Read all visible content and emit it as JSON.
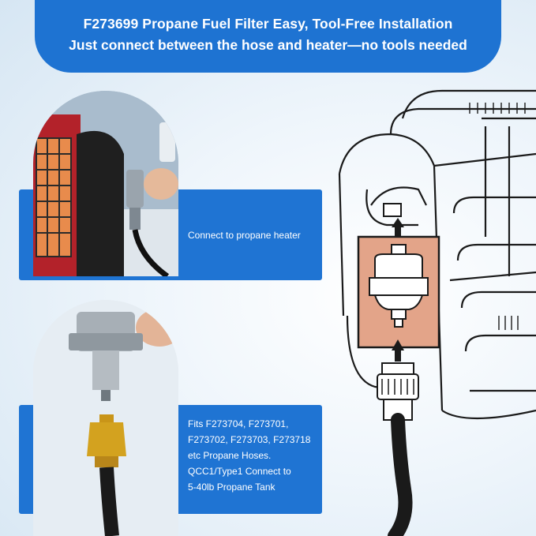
{
  "header": {
    "line1": "F273699 Propane Fuel Filter Easy, Tool-Free Installation",
    "line2": "Just connect between the hose and heater—no tools needed"
  },
  "panel_top": {
    "text": "Connect to propane heater"
  },
  "panel_bottom": {
    "text": "Fits F273704, F273701,\nF273702, F273703, F273718\netc Propane Hoses.\nQCC1/Type1 Connect to\n5-40lb Propane Tank"
  },
  "colors": {
    "brand_blue": "#1e73d2",
    "highlight_box": "#e3a489",
    "heater_red": "#b3222a",
    "brass": "#d3a21f"
  }
}
